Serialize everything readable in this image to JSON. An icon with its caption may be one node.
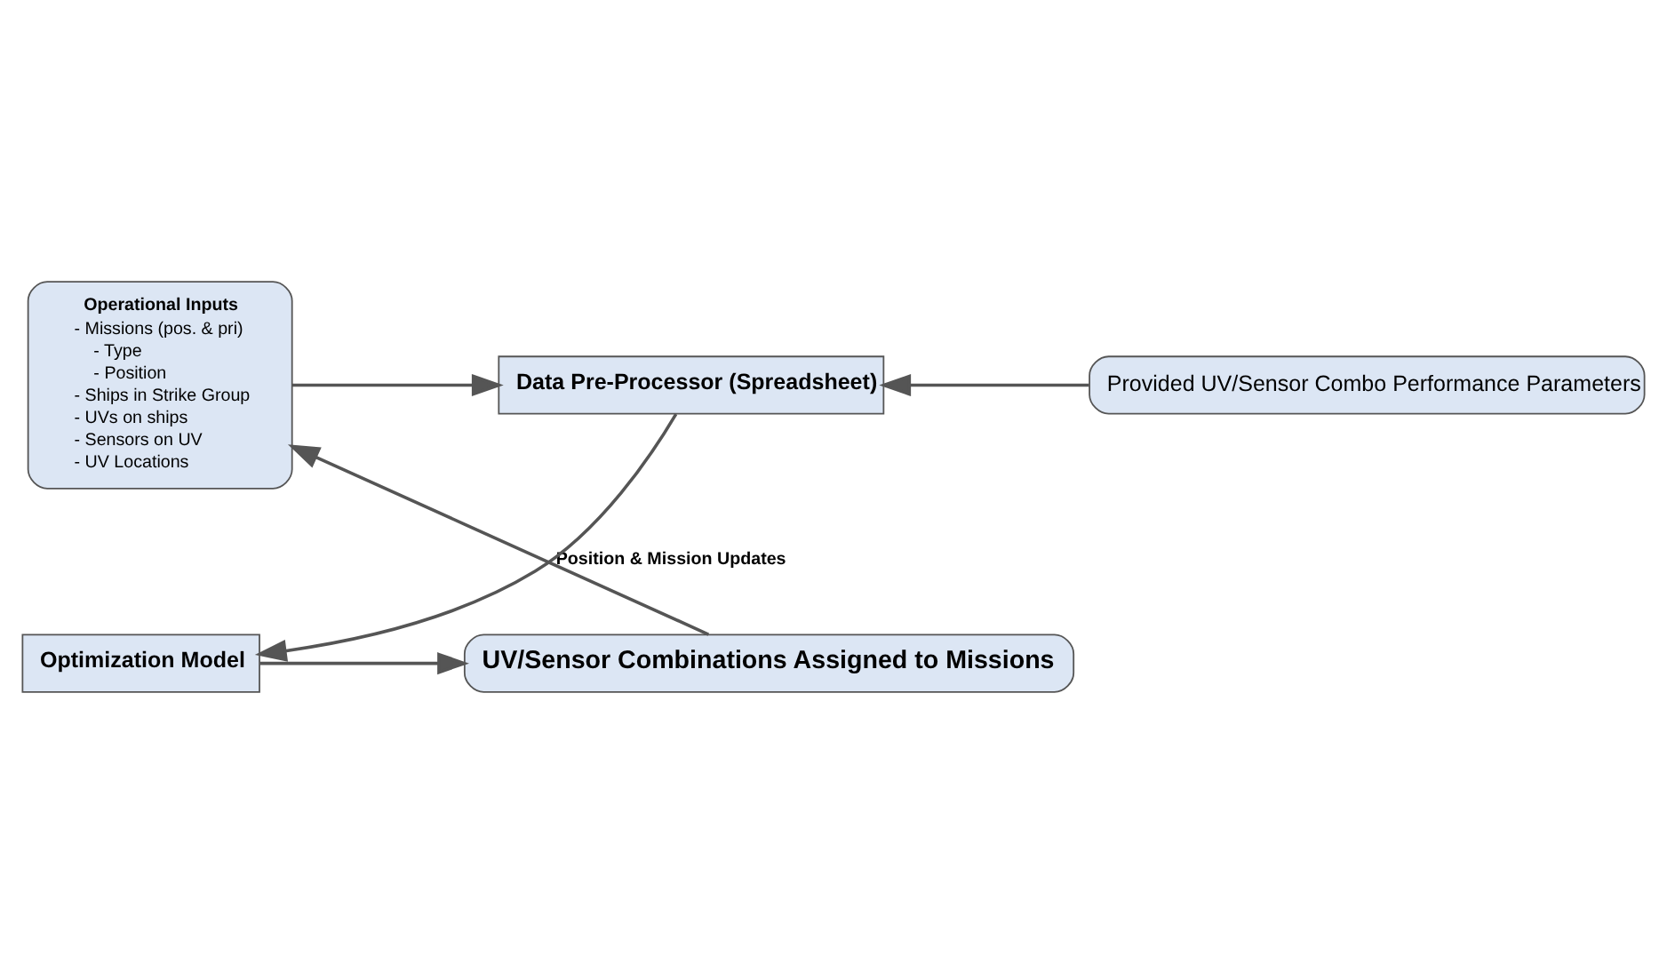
{
  "diagram": {
    "nodes": [
      {
        "text": [
          "Operational Inputs",
          "- Missions (pos. & pri)",
          "- Type",
          "- Position",
          "- Ships in Strike Group",
          "- UVs on ships",
          "- Sensors on UV",
          "- UV Locations"
        ]
      },
      {
        "text": [
          "Data Pre-Processor (Spreadsheet)"
        ]
      },
      {
        "text": [
          "Provided UV/Sensor Combo Performance Parameters"
        ]
      },
      {
        "text": [
          "Optimization Model"
        ]
      },
      {
        "text": [
          "UV/Sensor Combinations Assigned to Missions"
        ]
      }
    ],
    "edges": [
      {
        "from": 0,
        "to": 1,
        "arrow": "to"
      },
      {
        "from": 2,
        "to": 1,
        "arrow": "to"
      },
      {
        "from": 1,
        "to": 3,
        "arrow": "to"
      },
      {
        "from": 3,
        "to": 4,
        "arrow": "to"
      },
      {
        "from": 4,
        "to": 0,
        "arrow": "to",
        "label": "Position & Mission Updates"
      }
    ]
  }
}
